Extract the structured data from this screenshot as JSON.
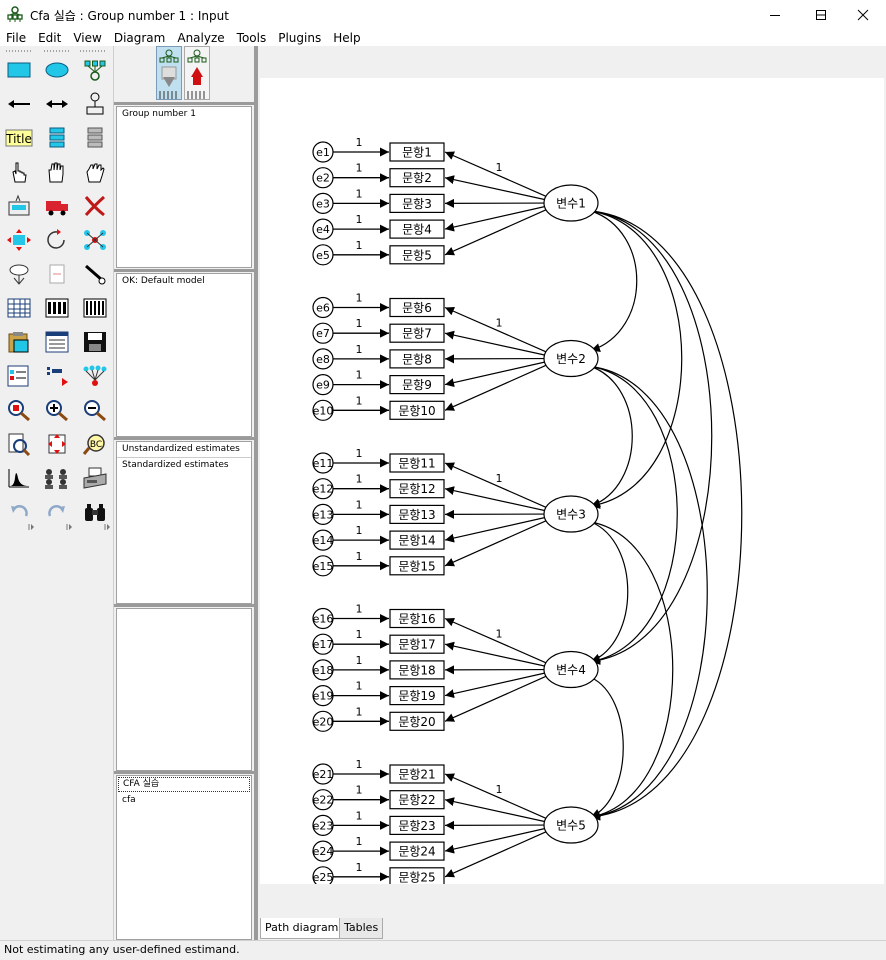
{
  "window": {
    "title": "Cfa 실습 : Group number 1 : Input",
    "minimize_icon": "minimize-icon",
    "maximize_icon": "maximize-icon",
    "close_icon": "close-icon"
  },
  "menu": [
    "File",
    "Edit",
    "View",
    "Diagram",
    "Analyze",
    "Tools",
    "Plugins",
    "Help"
  ],
  "panels": {
    "groups": [
      "Group number 1"
    ],
    "models": [
      "OK: Default model"
    ],
    "estimates": [
      "Unstandardized estimates",
      "Standardized estimates"
    ],
    "files": [
      "CFA 실습",
      "cfa"
    ]
  },
  "tabs": [
    "Path diagram",
    "Tables"
  ],
  "status": "Not estimating any user-defined estimand.",
  "diagram": {
    "path_label": "1",
    "latents": [
      "변수1",
      "변수2",
      "변수3",
      "변수4",
      "변수5"
    ],
    "items": [
      "문항1",
      "문항2",
      "문항3",
      "문항4",
      "문항5",
      "문항6",
      "문항7",
      "문항8",
      "문항9",
      "문항10",
      "문항11",
      "문항12",
      "문항13",
      "문항14",
      "문항15",
      "문항16",
      "문항17",
      "문항18",
      "문항19",
      "문항20",
      "문항21",
      "문항22",
      "문항23",
      "문항24",
      "문항25"
    ],
    "errors": [
      "e1",
      "e2",
      "e3",
      "e4",
      "e5",
      "e6",
      "e7",
      "e8",
      "e9",
      "e10",
      "e11",
      "e12",
      "e13",
      "e14",
      "e15",
      "e16",
      "e17",
      "e18",
      "e19",
      "e20",
      "e21",
      "e22",
      "e23",
      "e24",
      "e25"
    ]
  }
}
